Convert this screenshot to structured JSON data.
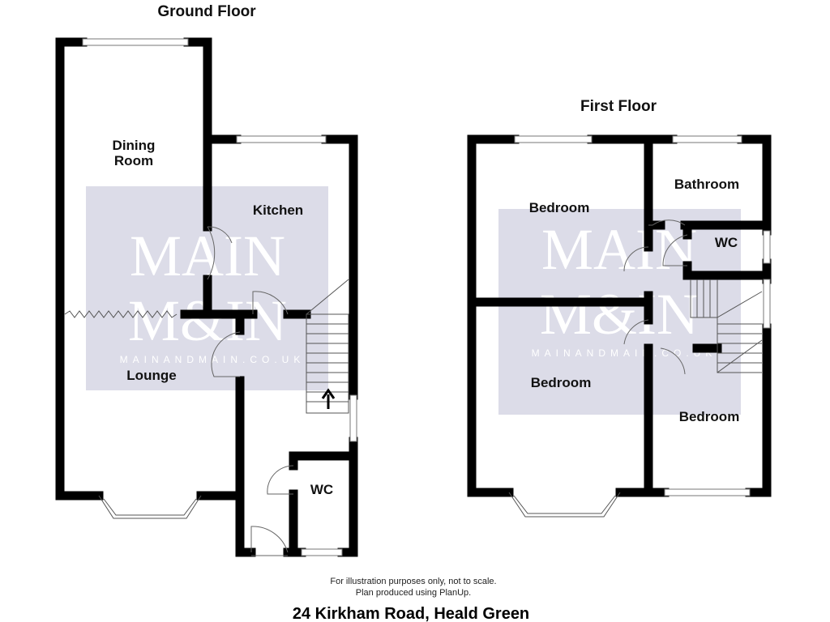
{
  "floors": {
    "ground": {
      "title": "Ground Floor",
      "rooms": {
        "dining": "Dining Room",
        "dining_line1": "Dining",
        "dining_line2": "Room",
        "kitchen": "Kitchen",
        "lounge": "Lounge",
        "wc": "WC"
      }
    },
    "first": {
      "title": "First Floor",
      "rooms": {
        "bedroom1": "Bedroom",
        "bedroom2": "Bedroom",
        "bedroom3": "Bedroom",
        "bathroom": "Bathroom",
        "wc": "WC"
      }
    }
  },
  "watermark": {
    "line1": "MAIN",
    "line2": "M&IN",
    "url": "MAINANDMAIN.CO.UK",
    "color": "#dcdce8"
  },
  "footer": {
    "disclaimer": "For illustration purposes only, not to scale.",
    "credit": "Plan produced using PlanUp.",
    "address": "24 Kirkham Road, Heald Green"
  },
  "colors": {
    "wall": "#000000",
    "background": "#ffffff"
  }
}
